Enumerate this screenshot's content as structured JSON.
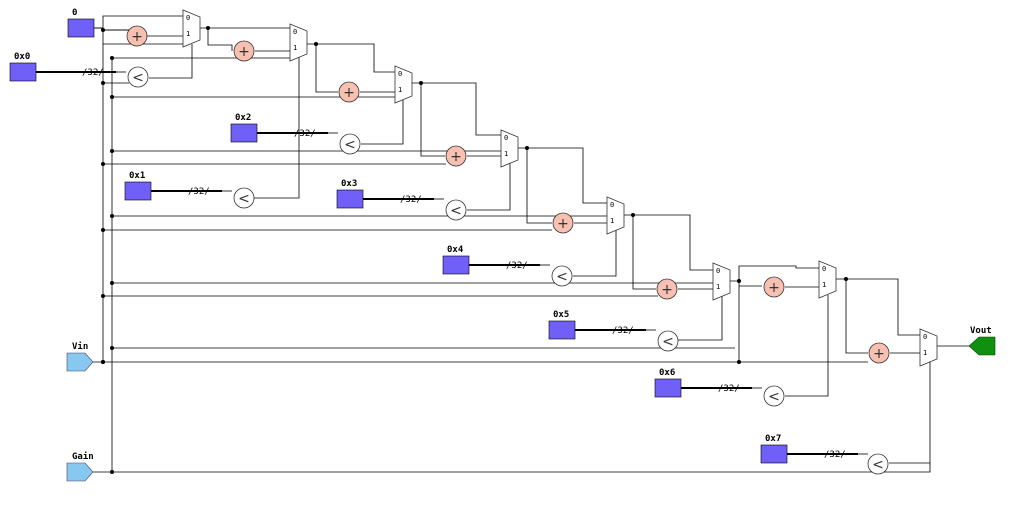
{
  "constants": [
    {
      "id": "c0",
      "label": "0"
    },
    {
      "id": "cx0",
      "label": "0x0"
    },
    {
      "id": "cx2",
      "label": "0x2"
    },
    {
      "id": "cx1",
      "label": "0x1"
    },
    {
      "id": "cx3",
      "label": "0x3"
    },
    {
      "id": "cx4",
      "label": "0x4"
    },
    {
      "id": "cx5",
      "label": "0x5"
    },
    {
      "id": "cx6",
      "label": "0x6"
    },
    {
      "id": "cx7",
      "label": "0x7"
    }
  ],
  "inputs": [
    {
      "id": "vin",
      "label": "Vin"
    },
    {
      "id": "gain",
      "label": "Gain"
    }
  ],
  "outputs": [
    {
      "id": "vout",
      "label": "Vout"
    }
  ],
  "bus_width_label": "/32/",
  "mux_labels": [
    "0",
    "1"
  ],
  "adder_symbol": "+",
  "comparator_symbol": "<",
  "colors": {
    "constant_fill": "#7060f8",
    "input_fill": "#88c8f0",
    "output_fill": "#109010",
    "adder_fill": "#f8c0b0",
    "wire": "#000000"
  }
}
